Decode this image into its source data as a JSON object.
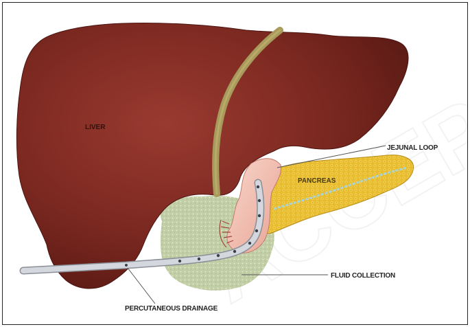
{
  "labels": {
    "liver": "LIVER",
    "pancreas": "PANCREAS",
    "jejunal_loop": "JEJUNAL LOOP",
    "fluid_collection": "FLUID COLLECTION",
    "percutaneous_drainage": "PERCUTANEOUS DRAINAGE"
  },
  "colors": {
    "liver": "#7e2a22",
    "ligament": "#a89a5a",
    "pancreas": "#e6b82a",
    "jejunum": "#f2c0b4",
    "fluid": "#c4d0a8",
    "catheter": "#c4c8d0",
    "watermark": "#f2f2f2"
  },
  "watermark": "ACCEPTED"
}
